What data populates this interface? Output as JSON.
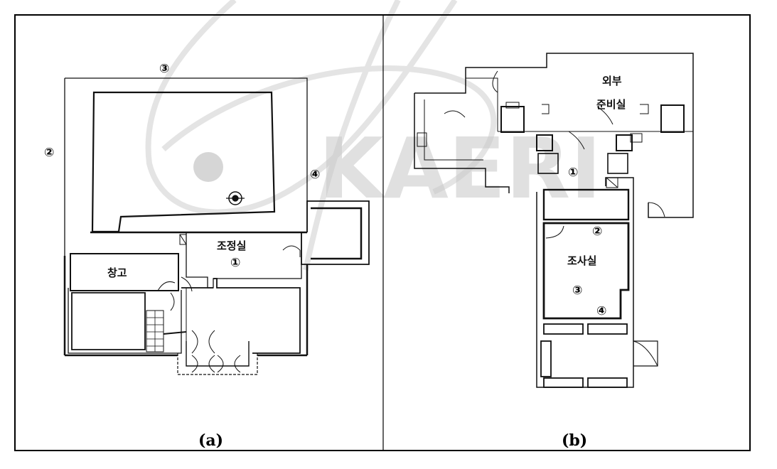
{
  "watermark": {
    "text": "KAERI"
  },
  "panel_a": {
    "caption": "(a)",
    "rooms": {
      "control_room": "조정실",
      "storage": "창고"
    },
    "markers": {
      "m1": "①",
      "m2": "②",
      "m3": "③",
      "m4": "④"
    }
  },
  "panel_b": {
    "caption": "(b)",
    "rooms": {
      "prep_line1": "외부",
      "prep_line2": "준비실",
      "survey_room": "조사실"
    },
    "markers": {
      "m1": "①",
      "m2": "②",
      "m3": "③",
      "m4": "④"
    }
  },
  "colors": {
    "line": "#111111",
    "watermark": "#c8c8c8",
    "swirl": "#d6d6d6"
  }
}
